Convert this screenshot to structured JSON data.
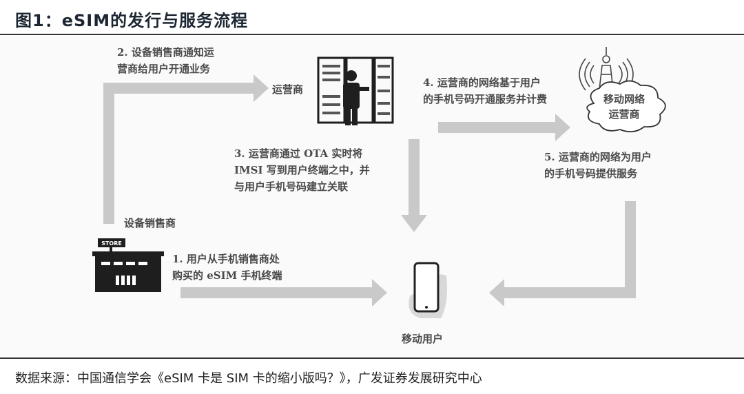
{
  "title": "图1：eSIM的发行与服务流程",
  "source": "数据来源：中国通信学会《eSIM 卡是 SIM 卡的缩小版吗？》，广发证券发展研究中心",
  "nodes": {
    "store": {
      "label": "设备销售商",
      "sign": "STORE"
    },
    "operator": {
      "label": "运营商"
    },
    "network": {
      "label_line1": "移动网络",
      "label_line2": "运营商"
    },
    "user": {
      "label": "移动用户"
    }
  },
  "steps": [
    {
      "line1": "1. 用户从手机销售商处",
      "line2": "购买的 eSIM 手机终端"
    },
    {
      "line1": "2. 设备销售商通知运",
      "line2": "营商给用户开通业务"
    },
    {
      "line1": "3. 运营商通过 OTA 实时将",
      "line2": "IMSI 写到用户终端之中，并",
      "line3": "与用户手机号码建立关联"
    },
    {
      "line1": "4. 运营商的网络基于用户",
      "line2": "的手机号码开通服务并计费"
    },
    {
      "line1": "5. 运营商的网络为用户",
      "line2": "的手机号码提供服务"
    }
  ],
  "colors": {
    "arrow": "#c9c9c9",
    "icon": "#1e1e1e",
    "title": "#1c2733"
  }
}
